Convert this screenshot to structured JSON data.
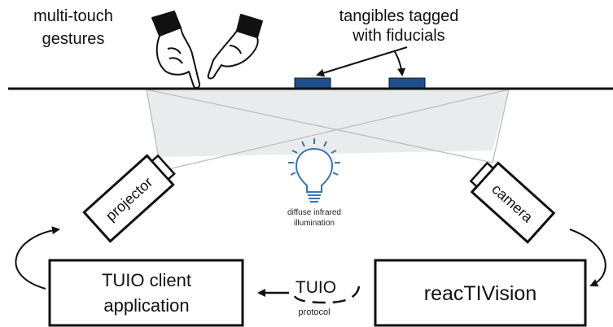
{
  "labels": {
    "gestures_line1": "multi-touch",
    "gestures_line2": "gestures",
    "tangibles_line1": "tangibles tagged",
    "tangibles_line2": "with fiducials",
    "projector": "projector",
    "camera": "camera",
    "illumination_line1": "diffuse infrared",
    "illumination_line2": "illumination",
    "client_line1": "TUIO client",
    "client_line2": "application",
    "reactivision": "reacTIVision",
    "tuio": "TUIO",
    "protocol": "protocol"
  },
  "colors": {
    "fiducial": "#1f4f8f",
    "bulb": "#3a73b5",
    "projection_cone": "#e9ecec",
    "lines": "#111111",
    "rays": "#bdbdbd"
  },
  "icons": {
    "hands": "pointing-hand-icon",
    "bulb": "light-bulb-icon"
  }
}
